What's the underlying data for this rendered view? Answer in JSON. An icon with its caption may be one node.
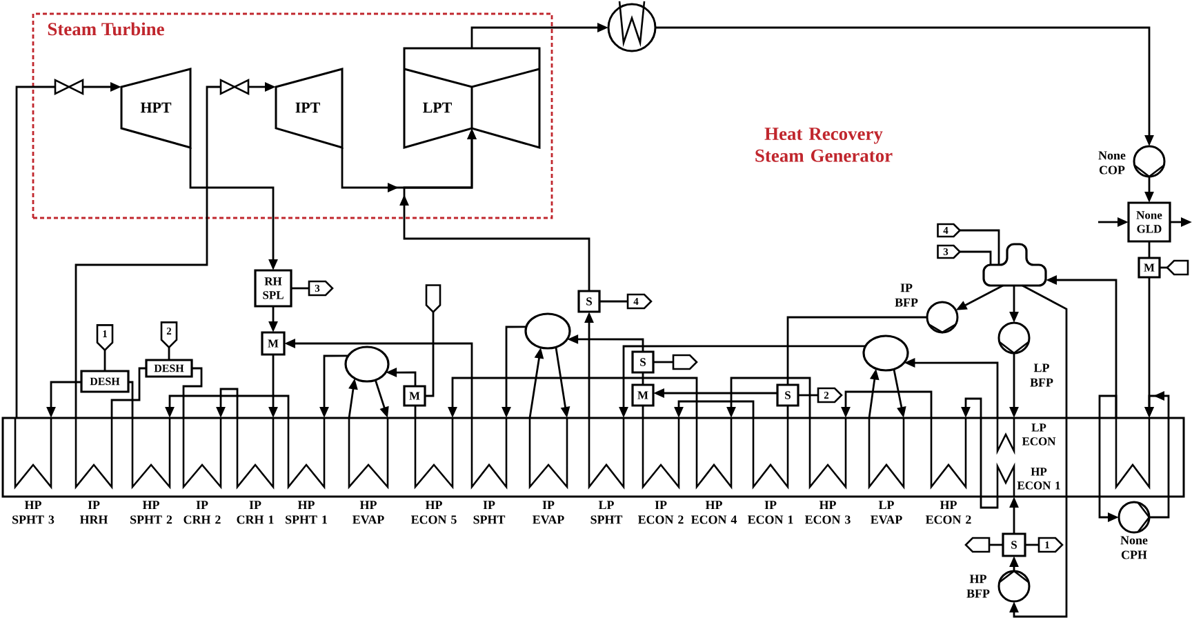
{
  "diagram": {
    "nodes": [
      {
        "text": [
          "Steam Turbine"
        ]
      },
      {
        "text": [
          "HPT"
        ],
        "in": 0
      },
      {
        "text": [
          "IPT"
        ],
        "in": 0
      },
      {
        "text": [
          "LPT"
        ],
        "in": 0
      },
      {
        "text": [],
        "shape": "circle"
      },
      {
        "text": [
          "None COP"
        ]
      },
      {
        "text": [
          "None GLD"
        ]
      },
      {
        "text": [
          "M"
        ]
      },
      {
        "text": [
          "RH SPL"
        ]
      },
      {
        "text": [
          "3"
        ]
      },
      {
        "text": [
          "M"
        ]
      },
      {
        "text": [
          "1"
        ]
      },
      {
        "text": [
          "2"
        ]
      },
      {
        "text": [
          "DESH"
        ]
      },
      {
        "text": [
          "DESH"
        ]
      },
      {
        "text": [],
        "shape": "ellipse"
      },
      {
        "text": [
          "M"
        ]
      },
      {
        "text": [],
        "shape": "pentagon"
      },
      {
        "text": [],
        "shape": "ellipse"
      },
      {
        "text": [
          "S"
        ]
      },
      {
        "text": [
          "4"
        ]
      },
      {
        "text": [
          "S"
        ]
      },
      {
        "text": [],
        "shape": "pentagon"
      },
      {
        "text": [
          "M"
        ]
      },
      {
        "text": [
          "S"
        ]
      },
      {
        "text": [
          "2"
        ]
      },
      {
        "text": [],
        "shape": "ellipse"
      },
      {
        "text": [],
        "shape": "drum"
      },
      {
        "text": [
          "4"
        ]
      },
      {
        "text": [
          "3"
        ]
      },
      {
        "text": [
          "IP BFP"
        ]
      },
      {
        "text": [
          "LP BFP"
        ]
      },
      {
        "text": [],
        "shape": "pentagon"
      },
      {
        "text": [],
        "shape": "box"
      },
      {
        "text": [],
        "shape": "coil",
        "beside": [
          "HP SPHT 3"
        ],
        "in": 33
      },
      {
        "text": [],
        "shape": "coil",
        "beside": [
          "IP HRH"
        ],
        "in": 33
      },
      {
        "text": [],
        "shape": "coil",
        "beside": [
          "HP SPHT 2"
        ],
        "in": 33
      },
      {
        "text": [],
        "shape": "coil",
        "beside": [
          "IP CRH 2"
        ],
        "in": 33
      },
      {
        "text": [],
        "shape": "coil",
        "beside": [
          "IP CRH 1"
        ],
        "in": 33
      },
      {
        "text": [],
        "shape": "coil",
        "beside": [
          "HP SPHT 1"
        ],
        "in": 33
      },
      {
        "text": [],
        "shape": "coil",
        "beside": [
          "HP EVAP"
        ],
        "in": 33
      },
      {
        "text": [],
        "shape": "coil",
        "beside": [
          "HP ECON 5"
        ],
        "in": 33
      },
      {
        "text": [],
        "shape": "coil",
        "beside": [
          "IP SPHT"
        ],
        "in": 33
      },
      {
        "text": [],
        "shape": "coil",
        "beside": [
          "IP EVAP"
        ],
        "in": 33
      },
      {
        "text": [],
        "shape": "coil",
        "beside": [
          "LP SPHT"
        ],
        "in": 33
      },
      {
        "text": [],
        "shape": "coil",
        "beside": [
          "IP ECON 2"
        ],
        "in": 33
      },
      {
        "text": [],
        "shape": "coil",
        "beside": [
          "HP ECON 4"
        ],
        "in": 33
      },
      {
        "text": [],
        "shape": "coil",
        "beside": [
          "IP ECON 1"
        ],
        "in": 33
      },
      {
        "text": [],
        "shape": "coil",
        "beside": [
          "HP ECON 3"
        ],
        "in": 33
      },
      {
        "text": [],
        "shape": "coil",
        "beside": [
          "LP EVAP"
        ],
        "in": 33
      },
      {
        "text": [],
        "shape": "coil",
        "beside": [
          "HP ECON 2"
        ],
        "in": 33
      },
      {
        "text": [
          "LP ECON"
        ],
        "in": 33
      },
      {
        "text": [
          "HP ECON 1"
        ],
        "in": 33
      },
      {
        "text": [],
        "shape": "coil",
        "in": 33
      },
      {
        "text": [
          "None CPH"
        ]
      },
      {
        "text": [
          "S"
        ]
      },
      {
        "text": [],
        "shape": "pentagon"
      },
      {
        "text": [
          "1"
        ]
      },
      {
        "text": [
          "HP BFP"
        ]
      },
      {
        "text": [],
        "shape": "valve",
        "in": 0
      },
      {
        "text": [],
        "shape": "valve",
        "in": 0
      }
    ],
    "edges": [
      {
        "from": 34,
        "to": 59,
        "arrow": "none"
      },
      {
        "from": 59,
        "to": 1,
        "arrow": "to"
      },
      {
        "from": 35,
        "to": 60,
        "arrow": "none"
      },
      {
        "from": 60,
        "to": 2,
        "arrow": "to"
      },
      {
        "from": 1,
        "to": 8,
        "arrow": "to"
      },
      {
        "from": 2,
        "to": 3,
        "arrow": "to"
      },
      {
        "from": 19,
        "to": 3,
        "arrow": "to"
      },
      {
        "from": 3,
        "to": 4,
        "arrow": "to"
      },
      {
        "from": 4,
        "to": 5,
        "arrow": "to"
      },
      {
        "from": 5,
        "to": 6,
        "arrow": "to"
      },
      {
        "from": null,
        "to": 6,
        "arrow": "to"
      },
      {
        "from": 6,
        "to": null,
        "arrow": "to"
      },
      {
        "from": 6,
        "to": 7,
        "arrow": "none"
      },
      {
        "from": 32,
        "to": 7,
        "arrow": "none"
      },
      {
        "from": 7,
        "to": 53,
        "arrow": "to"
      },
      {
        "from": 53,
        "to": 27,
        "arrow": "to"
      },
      {
        "from": 53,
        "to": 54,
        "arrow": "to"
      },
      {
        "from": 54,
        "to": 53,
        "arrow": "to"
      },
      {
        "from": 8,
        "to": 9,
        "arrow": "none"
      },
      {
        "from": 8,
        "to": 10,
        "arrow": "to"
      },
      {
        "from": 10,
        "to": 38,
        "arrow": "to"
      },
      {
        "from": 38,
        "to": 37,
        "arrow": "to"
      },
      {
        "from": 37,
        "to": 14,
        "arrow": "none"
      },
      {
        "from": 12,
        "to": 14,
        "arrow": "none"
      },
      {
        "from": 14,
        "to": 35,
        "arrow": "none"
      },
      {
        "from": 42,
        "to": 10,
        "arrow": "to"
      },
      {
        "from": 15,
        "to": 39,
        "arrow": "to"
      },
      {
        "from": 39,
        "to": 36,
        "arrow": "to"
      },
      {
        "from": 36,
        "to": 13,
        "arrow": "none"
      },
      {
        "from": 11,
        "to": 13,
        "arrow": "none"
      },
      {
        "from": 13,
        "to": 34,
        "arrow": "to"
      },
      {
        "from": 40,
        "to": 15,
        "arrow": "to"
      },
      {
        "from": 15,
        "to": 40,
        "arrow": "to"
      },
      {
        "from": 41,
        "to": 16,
        "arrow": "none"
      },
      {
        "from": 17,
        "to": 16,
        "arrow": "none"
      },
      {
        "from": 16,
        "to": 15,
        "arrow": "to"
      },
      {
        "from": 46,
        "to": 41,
        "arrow": "to"
      },
      {
        "from": 48,
        "to": 46,
        "arrow": "to"
      },
      {
        "from": 50,
        "to": 48,
        "arrow": "to"
      },
      {
        "from": 52,
        "to": 50,
        "arrow": "to"
      },
      {
        "from": 18,
        "to": 42,
        "arrow": "to"
      },
      {
        "from": 43,
        "to": 18,
        "arrow": "to"
      },
      {
        "from": 18,
        "to": 43,
        "arrow": "to"
      },
      {
        "from": 44,
        "to": 19,
        "arrow": "to"
      },
      {
        "from": 19,
        "to": 20,
        "arrow": "none"
      },
      {
        "from": 26,
        "to": 44,
        "arrow": "to"
      },
      {
        "from": 21,
        "to": 18,
        "arrow": "to"
      },
      {
        "from": 21,
        "to": 22,
        "arrow": "none"
      },
      {
        "from": 23,
        "to": 21,
        "arrow": "none"
      },
      {
        "from": 45,
        "to": 23,
        "arrow": "none"
      },
      {
        "from": 24,
        "to": 23,
        "arrow": "to"
      },
      {
        "from": 24,
        "to": 25,
        "arrow": "none"
      },
      {
        "from": 24,
        "to": 47,
        "arrow": "none"
      },
      {
        "from": 47,
        "to": 45,
        "arrow": "to"
      },
      {
        "from": 30,
        "to": 24,
        "arrow": "none"
      },
      {
        "from": 27,
        "to": 30,
        "arrow": "to"
      },
      {
        "from": 27,
        "to": 31,
        "arrow": "to"
      },
      {
        "from": 27,
        "to": 58,
        "arrow": "to"
      },
      {
        "from": 28,
        "to": 27,
        "arrow": "none"
      },
      {
        "from": 29,
        "to": 27,
        "arrow": "none"
      },
      {
        "from": 31,
        "to": 51,
        "arrow": "to"
      },
      {
        "from": 51,
        "to": 26,
        "arrow": "to"
      },
      {
        "from": 49,
        "to": 26,
        "arrow": "to"
      },
      {
        "from": 26,
        "to": 49,
        "arrow": "to"
      },
      {
        "from": 58,
        "to": 55,
        "arrow": "to"
      },
      {
        "from": 55,
        "to": 52,
        "arrow": "to"
      },
      {
        "from": 55,
        "to": 56,
        "arrow": "none"
      },
      {
        "from": 55,
        "to": 57,
        "arrow": "none"
      }
    ],
    "labels": [
      "Heat Recovery Steam Generator"
    ]
  }
}
